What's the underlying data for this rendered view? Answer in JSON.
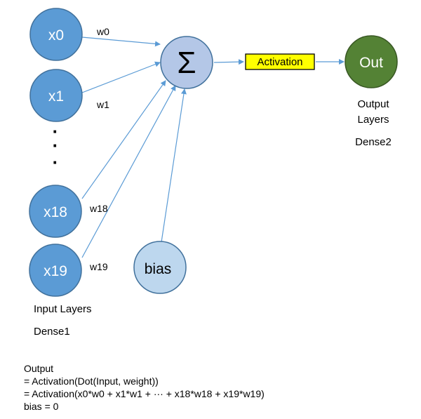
{
  "inputs": {
    "x0": "x0",
    "x1": "x1",
    "ellipsis": "·",
    "x18": "x18",
    "x19": "x19"
  },
  "weights": {
    "w0": "w0",
    "w1": "w1",
    "w18": "w18",
    "w19": "w19"
  },
  "sum_symbol": "Σ",
  "bias_label": "bias",
  "activation_label": "Activation",
  "output_node_label": "Out",
  "input_caption": {
    "line1": "Input Layers",
    "line2": "Dense1"
  },
  "output_caption": {
    "line1": "Output",
    "line2": "Layers",
    "line3": "Dense2"
  },
  "formula": {
    "line1": "Output",
    "line2": "= Activation(Dot(Input, weight))",
    "line3": "= Activation(x0*w0 + x1*w1 + ··· + x18*w18 + x19*w19)",
    "line4": "bias = 0"
  },
  "colors": {
    "input_fill": "#5b9bd5",
    "input_stroke": "#41719c",
    "sum_fill": "#b4c7e7",
    "bias_fill": "#bdd7ee",
    "output_fill": "#548235",
    "output_stroke": "#385723",
    "arrow": "#5b9bd5",
    "activation_fill": "#ffff00"
  }
}
